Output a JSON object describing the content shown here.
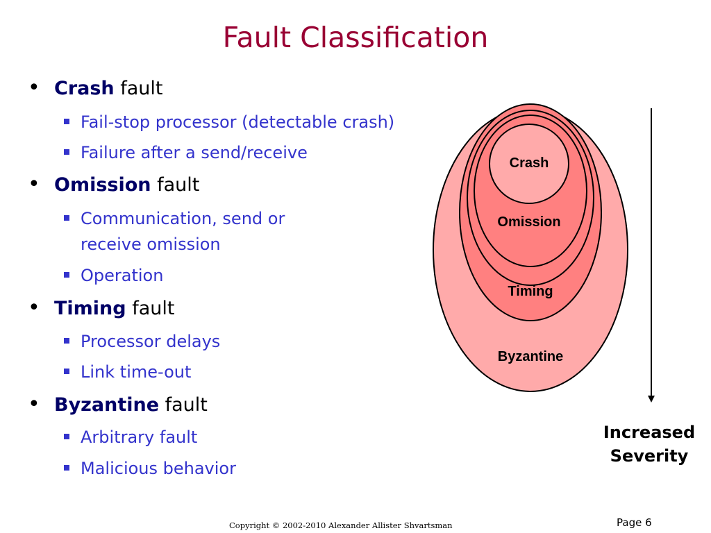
{
  "title": "Fault Classification",
  "bullets": [
    {
      "term": "Crash",
      "rest": " fault",
      "subs": [
        "Fail-stop processor (detectable crash)",
        "Failure after a send/receive"
      ]
    },
    {
      "term": "Omission",
      "rest": " fault",
      "subs": [
        "Communication, send or",
        "receive omission",
        "Operation"
      ]
    },
    {
      "term": "Timing",
      "rest": " fault",
      "subs": [
        "Processor delays",
        "Link time-out"
      ]
    },
    {
      "term": "Byzantine",
      "rest": " fault",
      "subs": [
        "Arbitrary fault",
        "Malicious behavior"
      ]
    }
  ],
  "diagram": {
    "labels": {
      "crash": "Crash",
      "omission": "Omission",
      "timing": "Timing",
      "byzantine": "Byzantine"
    },
    "colors": {
      "outer": "#ffaaaa",
      "inner": "#ff8080",
      "core": "#ffaaaa",
      "stroke": "#000000"
    },
    "severity_line1": "Increased",
    "severity_line2": "Severity"
  },
  "footer": {
    "copyright": "Copyright © 2002-2010  Alexander Allister Shvartsman",
    "page": "Page 6"
  }
}
